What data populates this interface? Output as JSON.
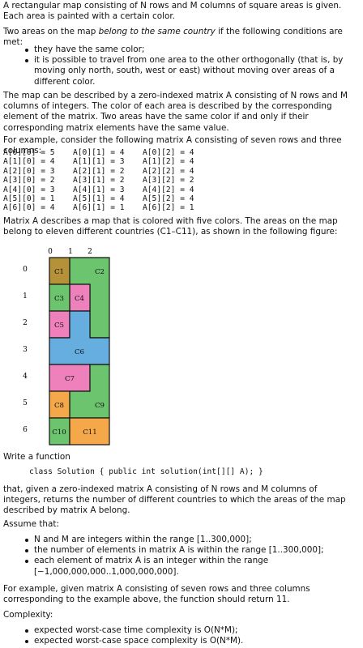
{
  "intro": {
    "p1": "A rectangular map consisting of N rows and M columns of square areas is given. Each area is painted with a certain color.",
    "p2_before": "Two areas on the map ",
    "p2_em": "belong to the same country",
    "p2_after": " if the following conditions are met:",
    "conditions": [
      "they have the same color;",
      "it is possible to travel from one area to the other orthogonally (that is, by moving only north, south, west or east) without moving over areas of a different color."
    ],
    "p3": "The map can be described by a zero-indexed matrix A consisting of N rows and M columns of integers. The color of each area is described by the corresponding element of the matrix. Two areas have the same color if and only if their corresponding matrix elements have the same value.",
    "p4": "For example, consider the following matrix A consisting of seven rows and three columns:"
  },
  "matrix_rows": [
    [
      "A[0][0] = 5",
      "A[0][1] = 4",
      "A[0][2] = 4"
    ],
    [
      "A[1][0] = 4",
      "A[1][1] = 3",
      "A[1][2] = 4"
    ],
    [
      "A[2][0] = 3",
      "A[2][1] = 2",
      "A[2][2] = 4"
    ],
    [
      "A[3][0] = 2",
      "A[3][1] = 2",
      "A[3][2] = 2"
    ],
    [
      "A[4][0] = 3",
      "A[4][1] = 3",
      "A[4][2] = 4"
    ],
    [
      "A[5][0] = 1",
      "A[5][1] = 4",
      "A[5][2] = 4"
    ],
    [
      "A[6][0] = 4",
      "A[6][1] = 1",
      "A[6][2] = 1"
    ]
  ],
  "figure_intro": "Matrix A describes a map that is colored with five colors. The areas on the map belong to eleven different countries (C1–C11), as shown in the following figure:",
  "figure": {
    "col_labels": [
      "0",
      "1",
      "2"
    ],
    "row_labels": [
      "0",
      "1",
      "2",
      "3",
      "4",
      "5",
      "6"
    ],
    "colors": {
      "olive": "#b5913a",
      "green": "#6cc46e",
      "pink": "#ee80bb",
      "blue": "#66aee0",
      "orange": "#f5a84a"
    },
    "country_labels": [
      "C1",
      "C2",
      "C3",
      "C4",
      "C5",
      "C6",
      "C7",
      "C8",
      "C9",
      "C10",
      "C11"
    ]
  },
  "task": {
    "write": "Write a function",
    "signature": "class Solution { public int solution(int[][] A); }",
    "desc": "that, given a zero-indexed matrix A consisting of N rows and M columns of integers, returns the number of different countries to which the areas of the map described by matrix A belong.",
    "assume": "Assume that:",
    "assumptions": [
      "N and M are integers within the range [1..300,000];",
      "the number of elements in matrix A is within the range [1..300,000];",
      "each element of matrix A is an integer within the range [−1,000,000,000..1,000,000,000]."
    ],
    "example": "For example, given matrix A consisting of seven rows and three columns corresponding to the example above, the function should return 11.",
    "complexity_title": "Complexity:",
    "complexity": [
      "expected worst-case time complexity is O(N*M);",
      "expected worst-case space complexity is O(N*M)."
    ]
  }
}
